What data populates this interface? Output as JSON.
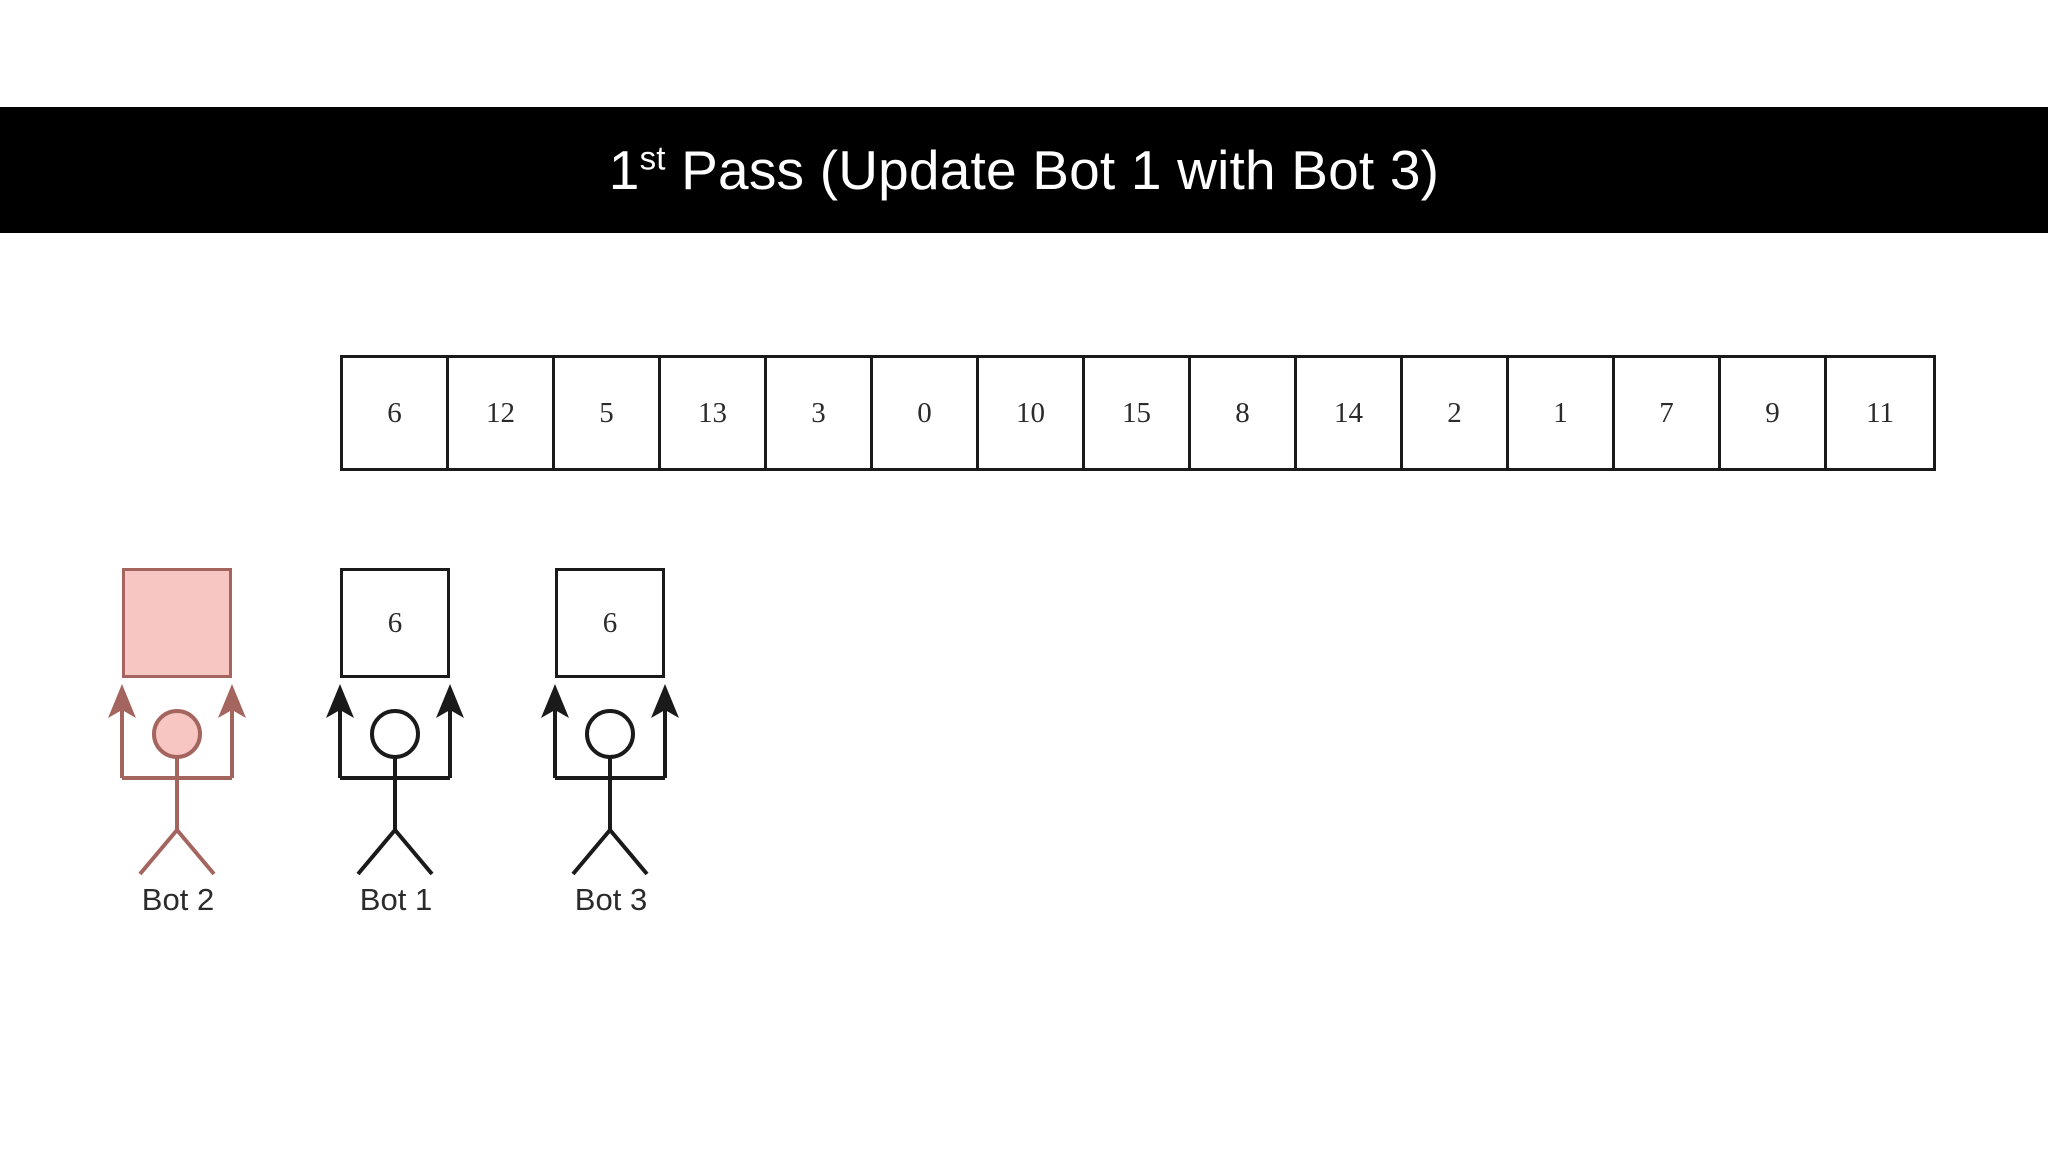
{
  "title": {
    "prefix": "1",
    "superscript": "st",
    "rest": " Pass (Update Bot 1 with Bot 3)",
    "background": "#000000",
    "color": "#ffffff"
  },
  "array": {
    "name": "element-array",
    "cells": [
      {
        "value": "6"
      },
      {
        "value": "12"
      },
      {
        "value": "5"
      },
      {
        "value": "13"
      },
      {
        "value": "3"
      },
      {
        "value": "0"
      },
      {
        "value": "10"
      },
      {
        "value": "15"
      },
      {
        "value": "8"
      },
      {
        "value": "14"
      },
      {
        "value": "2"
      },
      {
        "value": "1"
      },
      {
        "value": "7"
      },
      {
        "value": "9"
      },
      {
        "value": "11"
      }
    ]
  },
  "bots": [
    {
      "id": "bot-2",
      "label": "Bot 2",
      "box_value": "",
      "highlighted": true,
      "stroke": "#a4655f",
      "fill": "#f7c5c2"
    },
    {
      "id": "bot-1",
      "label": "Bot 1",
      "box_value": "6",
      "highlighted": false,
      "stroke": "#1a1a1a",
      "fill": "#ffffff"
    },
    {
      "id": "bot-3",
      "label": "Bot 3",
      "box_value": "6",
      "highlighted": false,
      "stroke": "#1a1a1a",
      "fill": "#ffffff"
    }
  ],
  "colors": {
    "background": "#ffffff",
    "ink": "#1a1a1a",
    "highlight_fill": "#f7c5c2",
    "highlight_stroke": "#a4655f"
  }
}
